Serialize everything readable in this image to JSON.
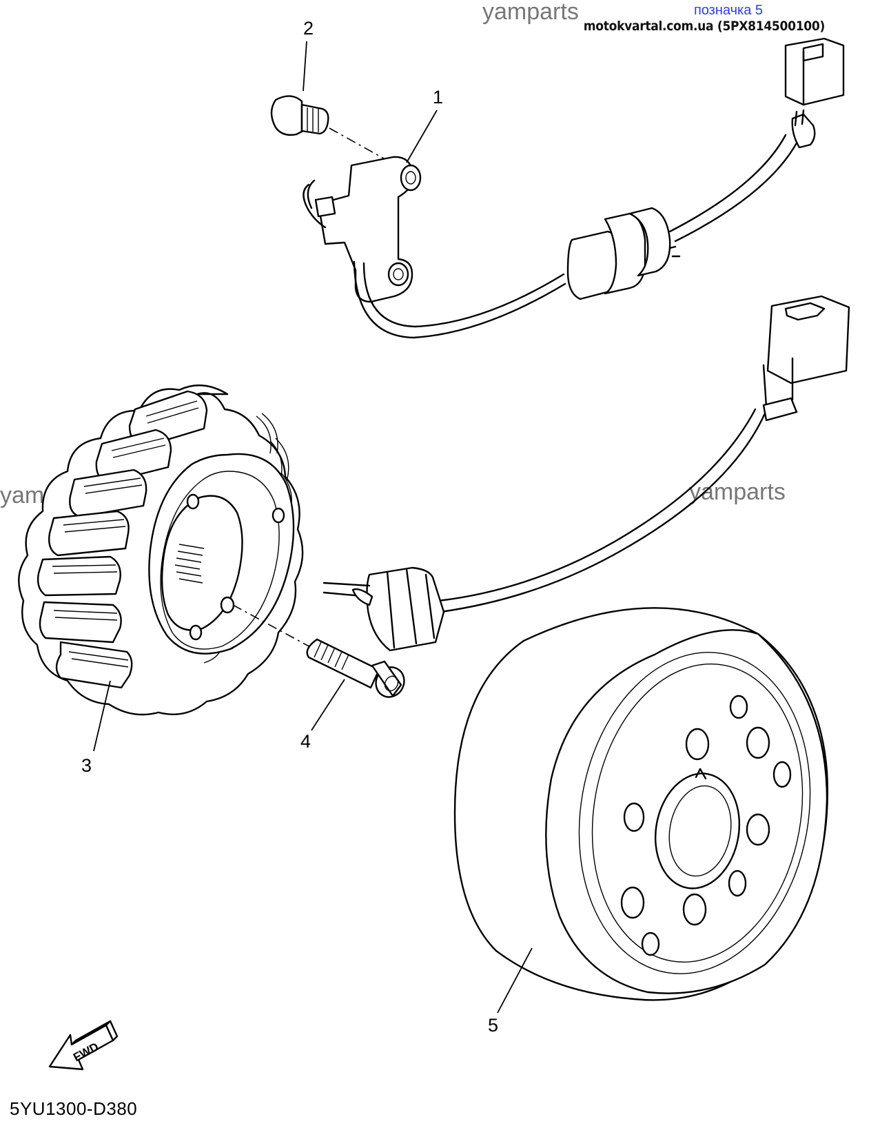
{
  "header": {
    "label": "позначка 5",
    "source": "motokvartal.com.ua (5PX814500100)"
  },
  "watermark": "yamparts",
  "callouts": [
    "1",
    "2",
    "3",
    "4",
    "5"
  ],
  "fwd_label": "FWD",
  "diagram_code": "5YU1300-D380",
  "colors": {
    "label": "#2a3bff",
    "watermark": "#777777"
  }
}
